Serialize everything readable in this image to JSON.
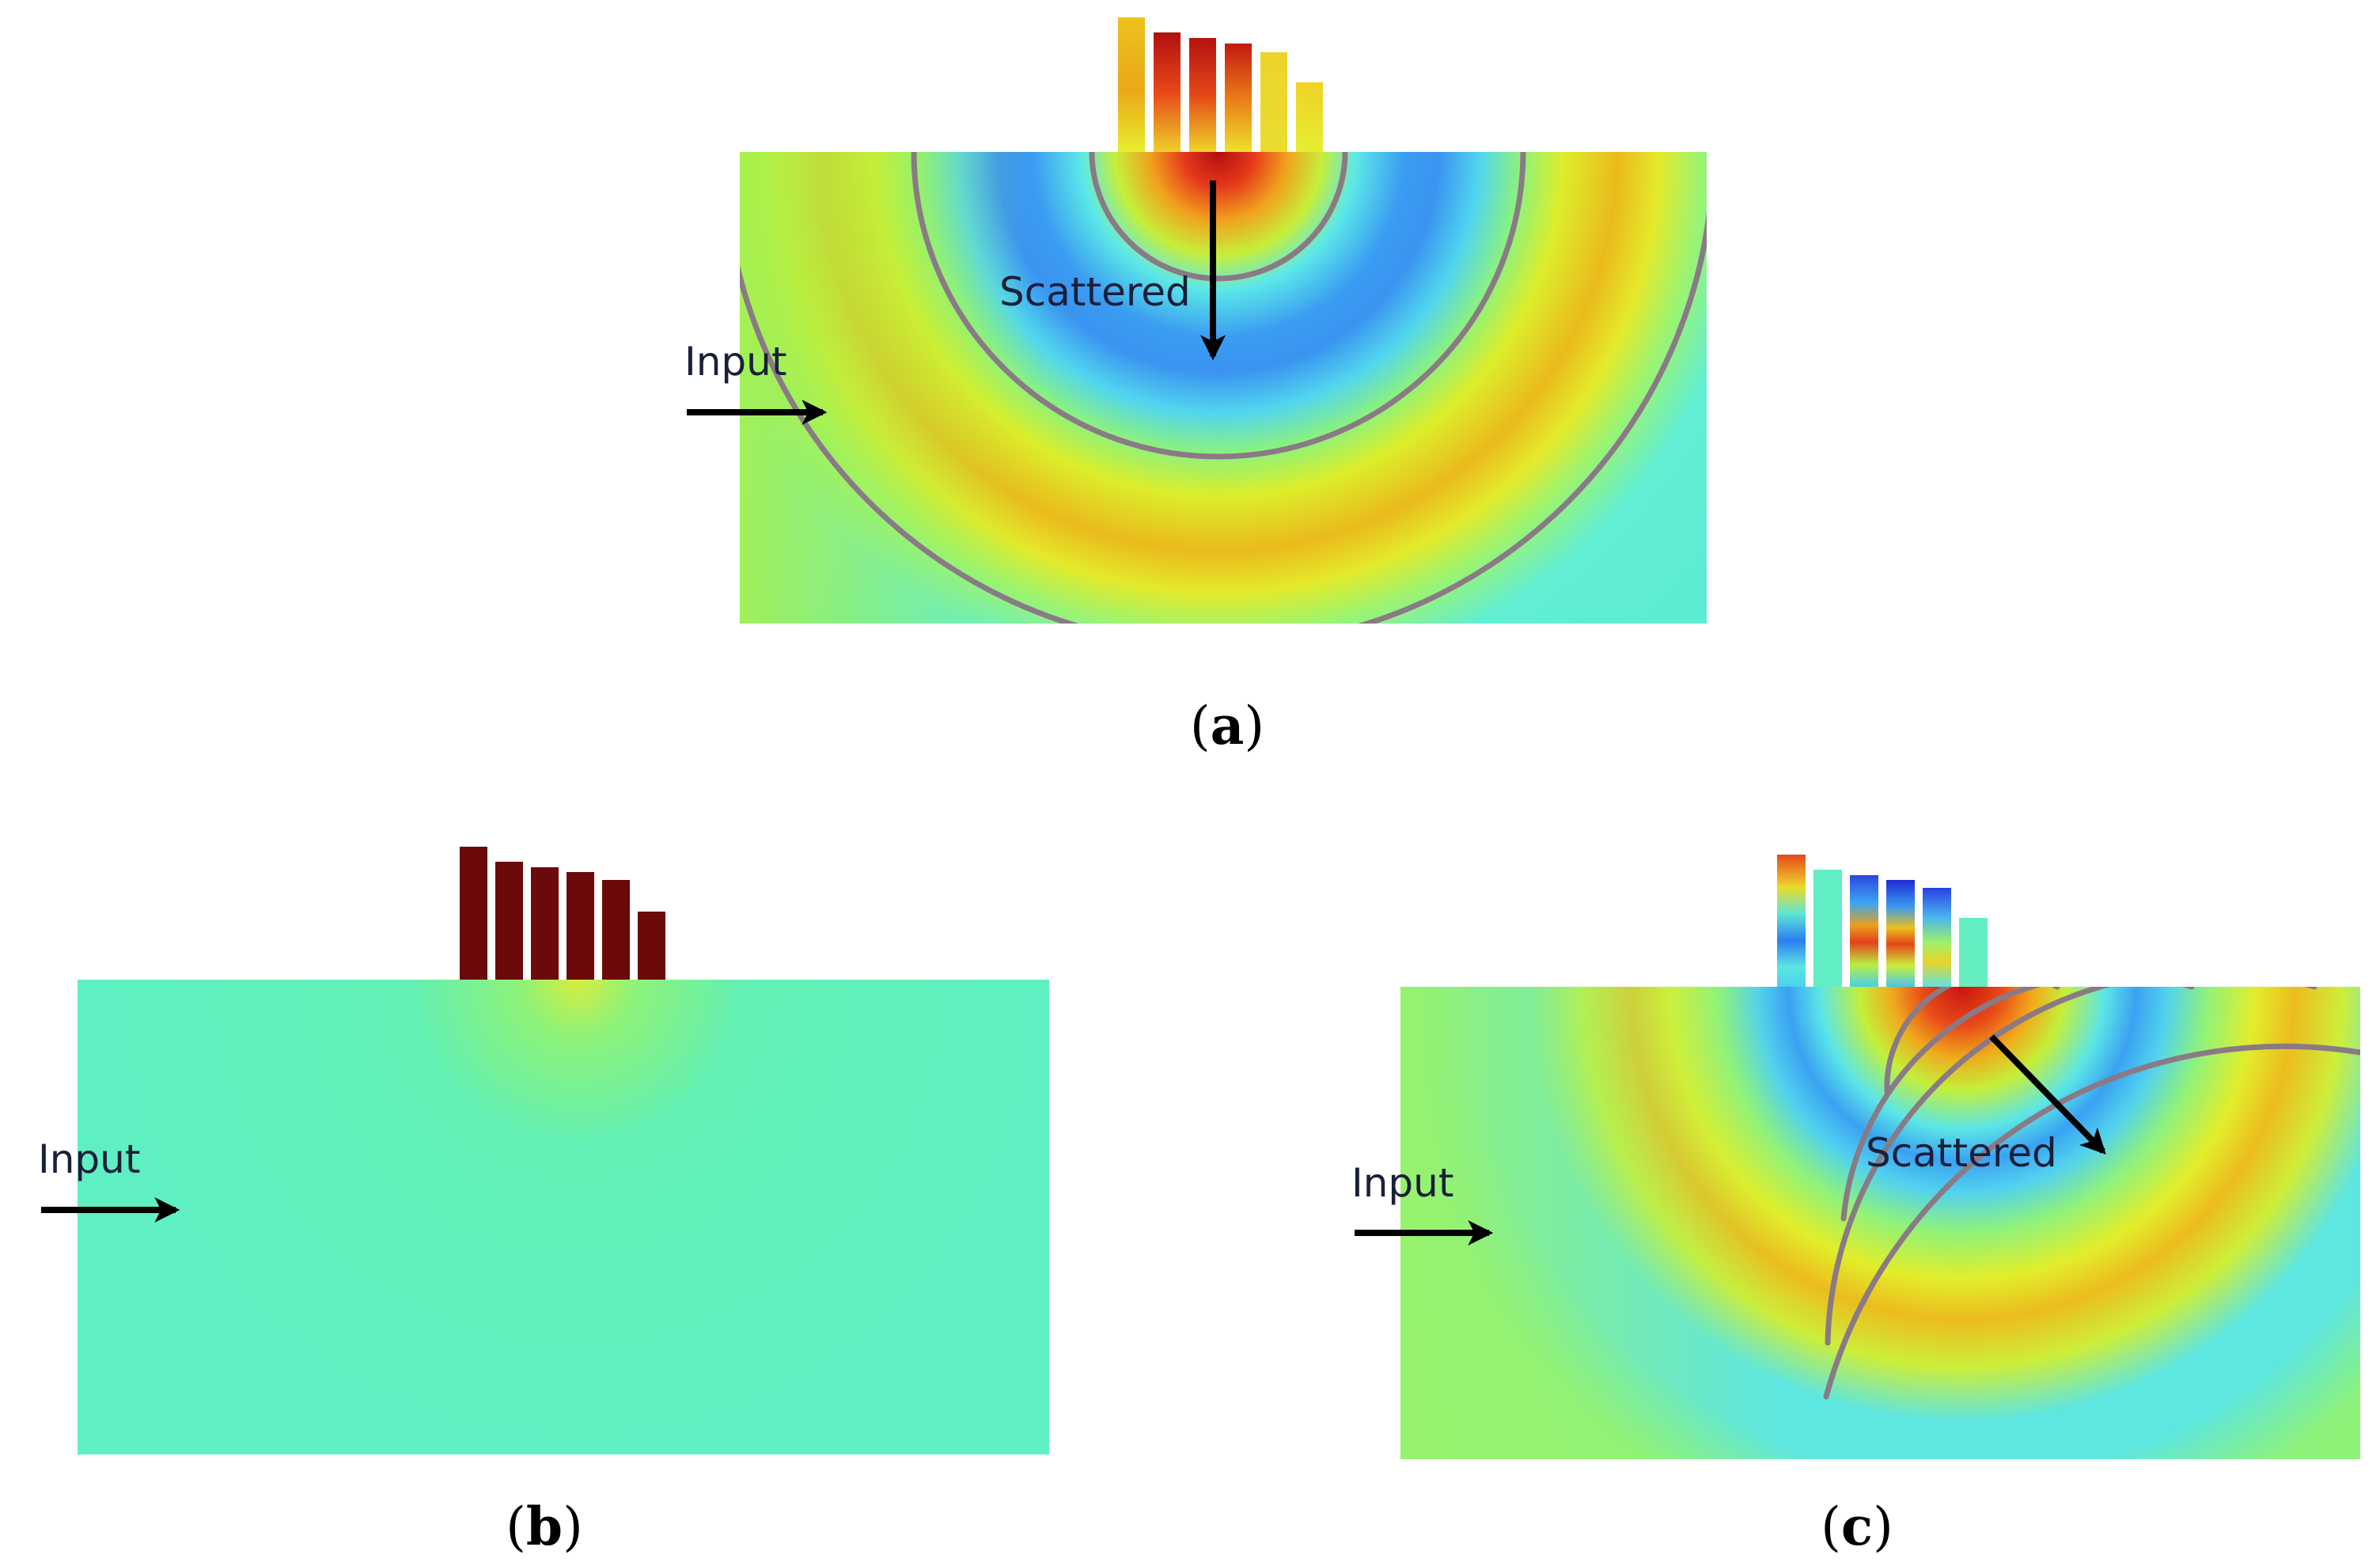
{
  "panel_a": {
    "caption_open": "(",
    "caption_letter": "a",
    "caption_close": ")",
    "input_label": "Input",
    "scattered_label": "Scattered"
  },
  "panel_b": {
    "caption_open": "(",
    "caption_letter": "b",
    "caption_close": ")",
    "input_label": "Input"
  },
  "panel_c": {
    "caption_open": "(",
    "caption_letter": "c",
    "caption_close": ")",
    "input_label": "Input",
    "scattered_label": "Scattered"
  },
  "colors": {
    "background": "#ffffff",
    "contour": "#8a7a86",
    "arrow": "#000000",
    "baseline_field_b": "#5ef2bf",
    "pillar_b": "#6b0a0a",
    "colormap": [
      "#1a1ed8",
      "#2f8cf2",
      "#46e0ee",
      "#8cf570",
      "#e8ee28",
      "#f2a818",
      "#e8361a",
      "#9a0e0e"
    ]
  }
}
